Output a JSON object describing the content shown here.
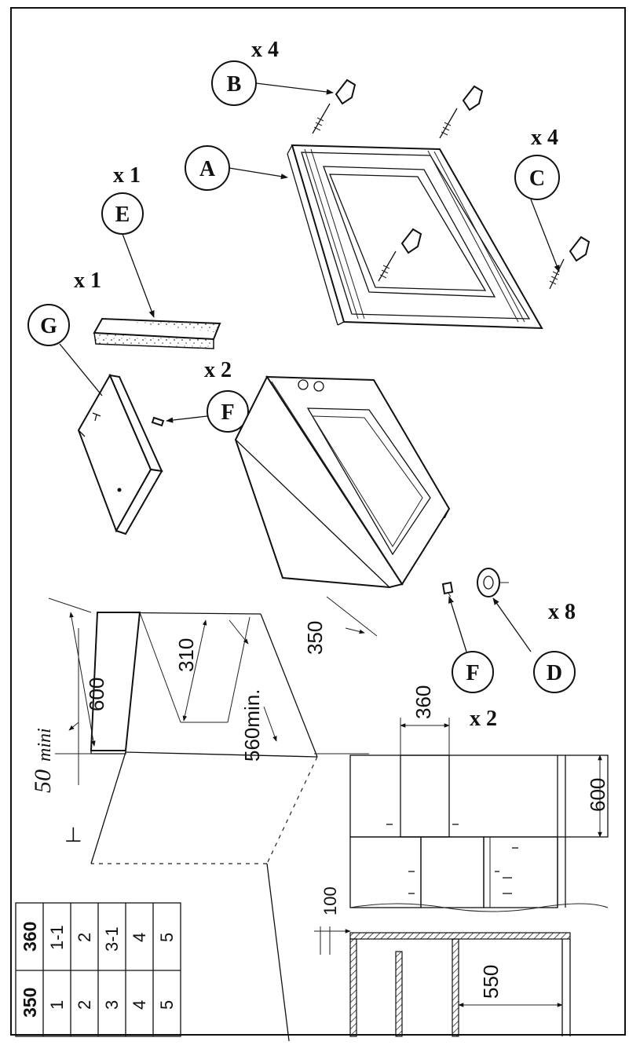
{
  "parts": {
    "A": {
      "letter": "A",
      "qty": ""
    },
    "B": {
      "letter": "B",
      "qty": "x 4"
    },
    "C": {
      "letter": "C",
      "qty": "x 4"
    },
    "D": {
      "letter": "D",
      "qty": "x 8"
    },
    "E": {
      "letter": "E",
      "qty": "x 1"
    },
    "F_top": {
      "letter": "F",
      "qty": "x 2"
    },
    "F_bottom": {
      "letter": "F",
      "qty": "x 2"
    },
    "G": {
      "letter": "G",
      "qty": "x 1"
    }
  },
  "dimensions": {
    "d50_num": "50",
    "d50_unit": "mini",
    "d600_top": "600",
    "d310": "310",
    "d350": "350",
    "d560": "560min.",
    "d360": "360",
    "d600_bottom": "600",
    "d100": "100",
    "d550": "550"
  },
  "table": {
    "headers": [
      "350",
      "360"
    ],
    "rows": [
      [
        "1",
        "1-1"
      ],
      [
        "2",
        "2"
      ],
      [
        "3",
        "3-1"
      ],
      [
        "4",
        "4"
      ],
      [
        "5",
        "5"
      ]
    ]
  }
}
